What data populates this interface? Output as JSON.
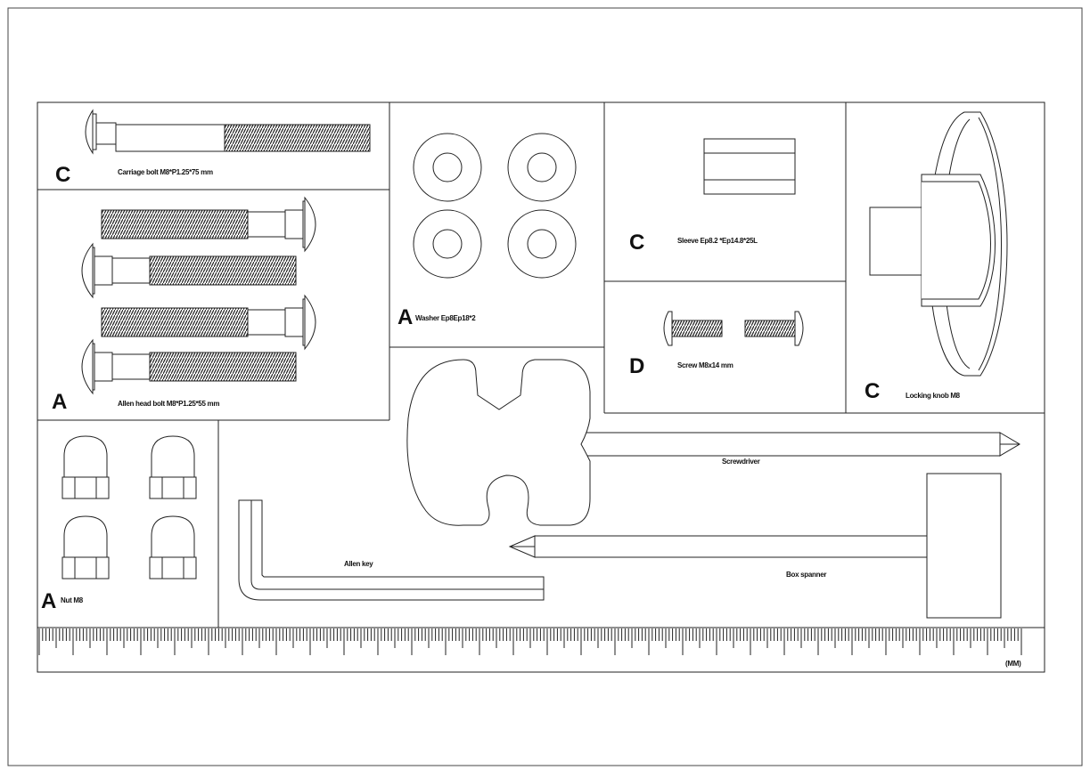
{
  "parts": {
    "carriage_bolt": {
      "letter": "C",
      "label": "Carriage bolt M8*P1.25*75 mm"
    },
    "allen_head_bolt": {
      "letter": "A",
      "label": "Allen head bolt  M8*P1.25*55 mm"
    },
    "washer": {
      "letter": "A",
      "label": "Washer Ep8Ep18*2"
    },
    "sleeve": {
      "letter": "C",
      "label": "Sleeve Ep8.2 *Ep14.8*25L"
    },
    "screw": {
      "letter": "D",
      "label": "Screw M8x14 mm"
    },
    "locking_knob": {
      "letter": "C",
      "label": "Locking knob M8"
    },
    "nut": {
      "letter": "A",
      "label": "Nut M8"
    },
    "screwdriver": {
      "label": "Screwdriver"
    },
    "allen_key": {
      "label": "Allen key"
    },
    "box_spanner": {
      "label": "Box spanner"
    }
  },
  "ruler": {
    "unit_label": "(MM)"
  },
  "colors": {
    "line": "#222222",
    "background": "#ffffff"
  }
}
